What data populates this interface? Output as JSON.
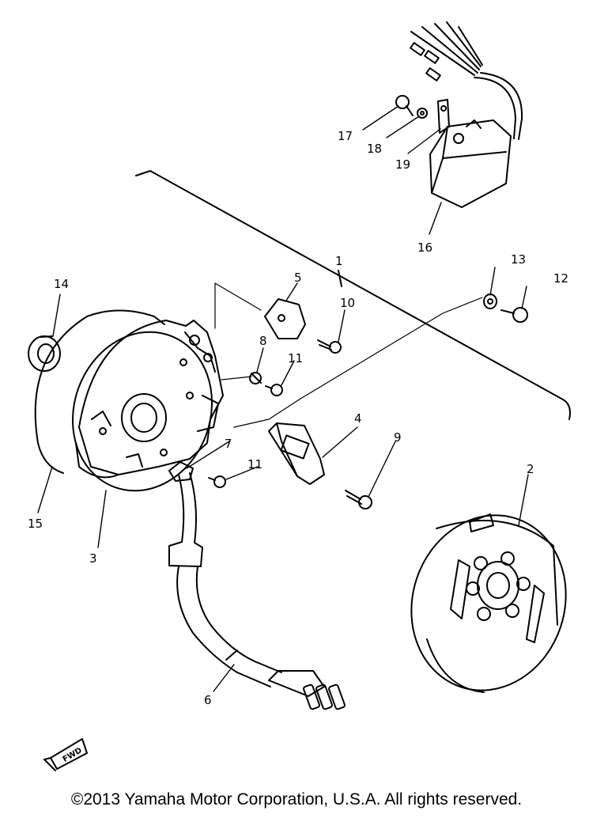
{
  "diagram": {
    "part_labels": [
      "1",
      "2",
      "3",
      "4",
      "5",
      "6",
      "7",
      "8",
      "9",
      "10",
      "11",
      "11",
      "12",
      "13",
      "14",
      "15",
      "16",
      "17",
      "18",
      "19"
    ],
    "direction_marker": "FWD",
    "colors": {
      "ink": "#000000",
      "paper": "#ffffff"
    }
  },
  "footer": {
    "copyright": "©2013 Yamaha Motor Corporation, U.S.A. All rights reserved."
  }
}
